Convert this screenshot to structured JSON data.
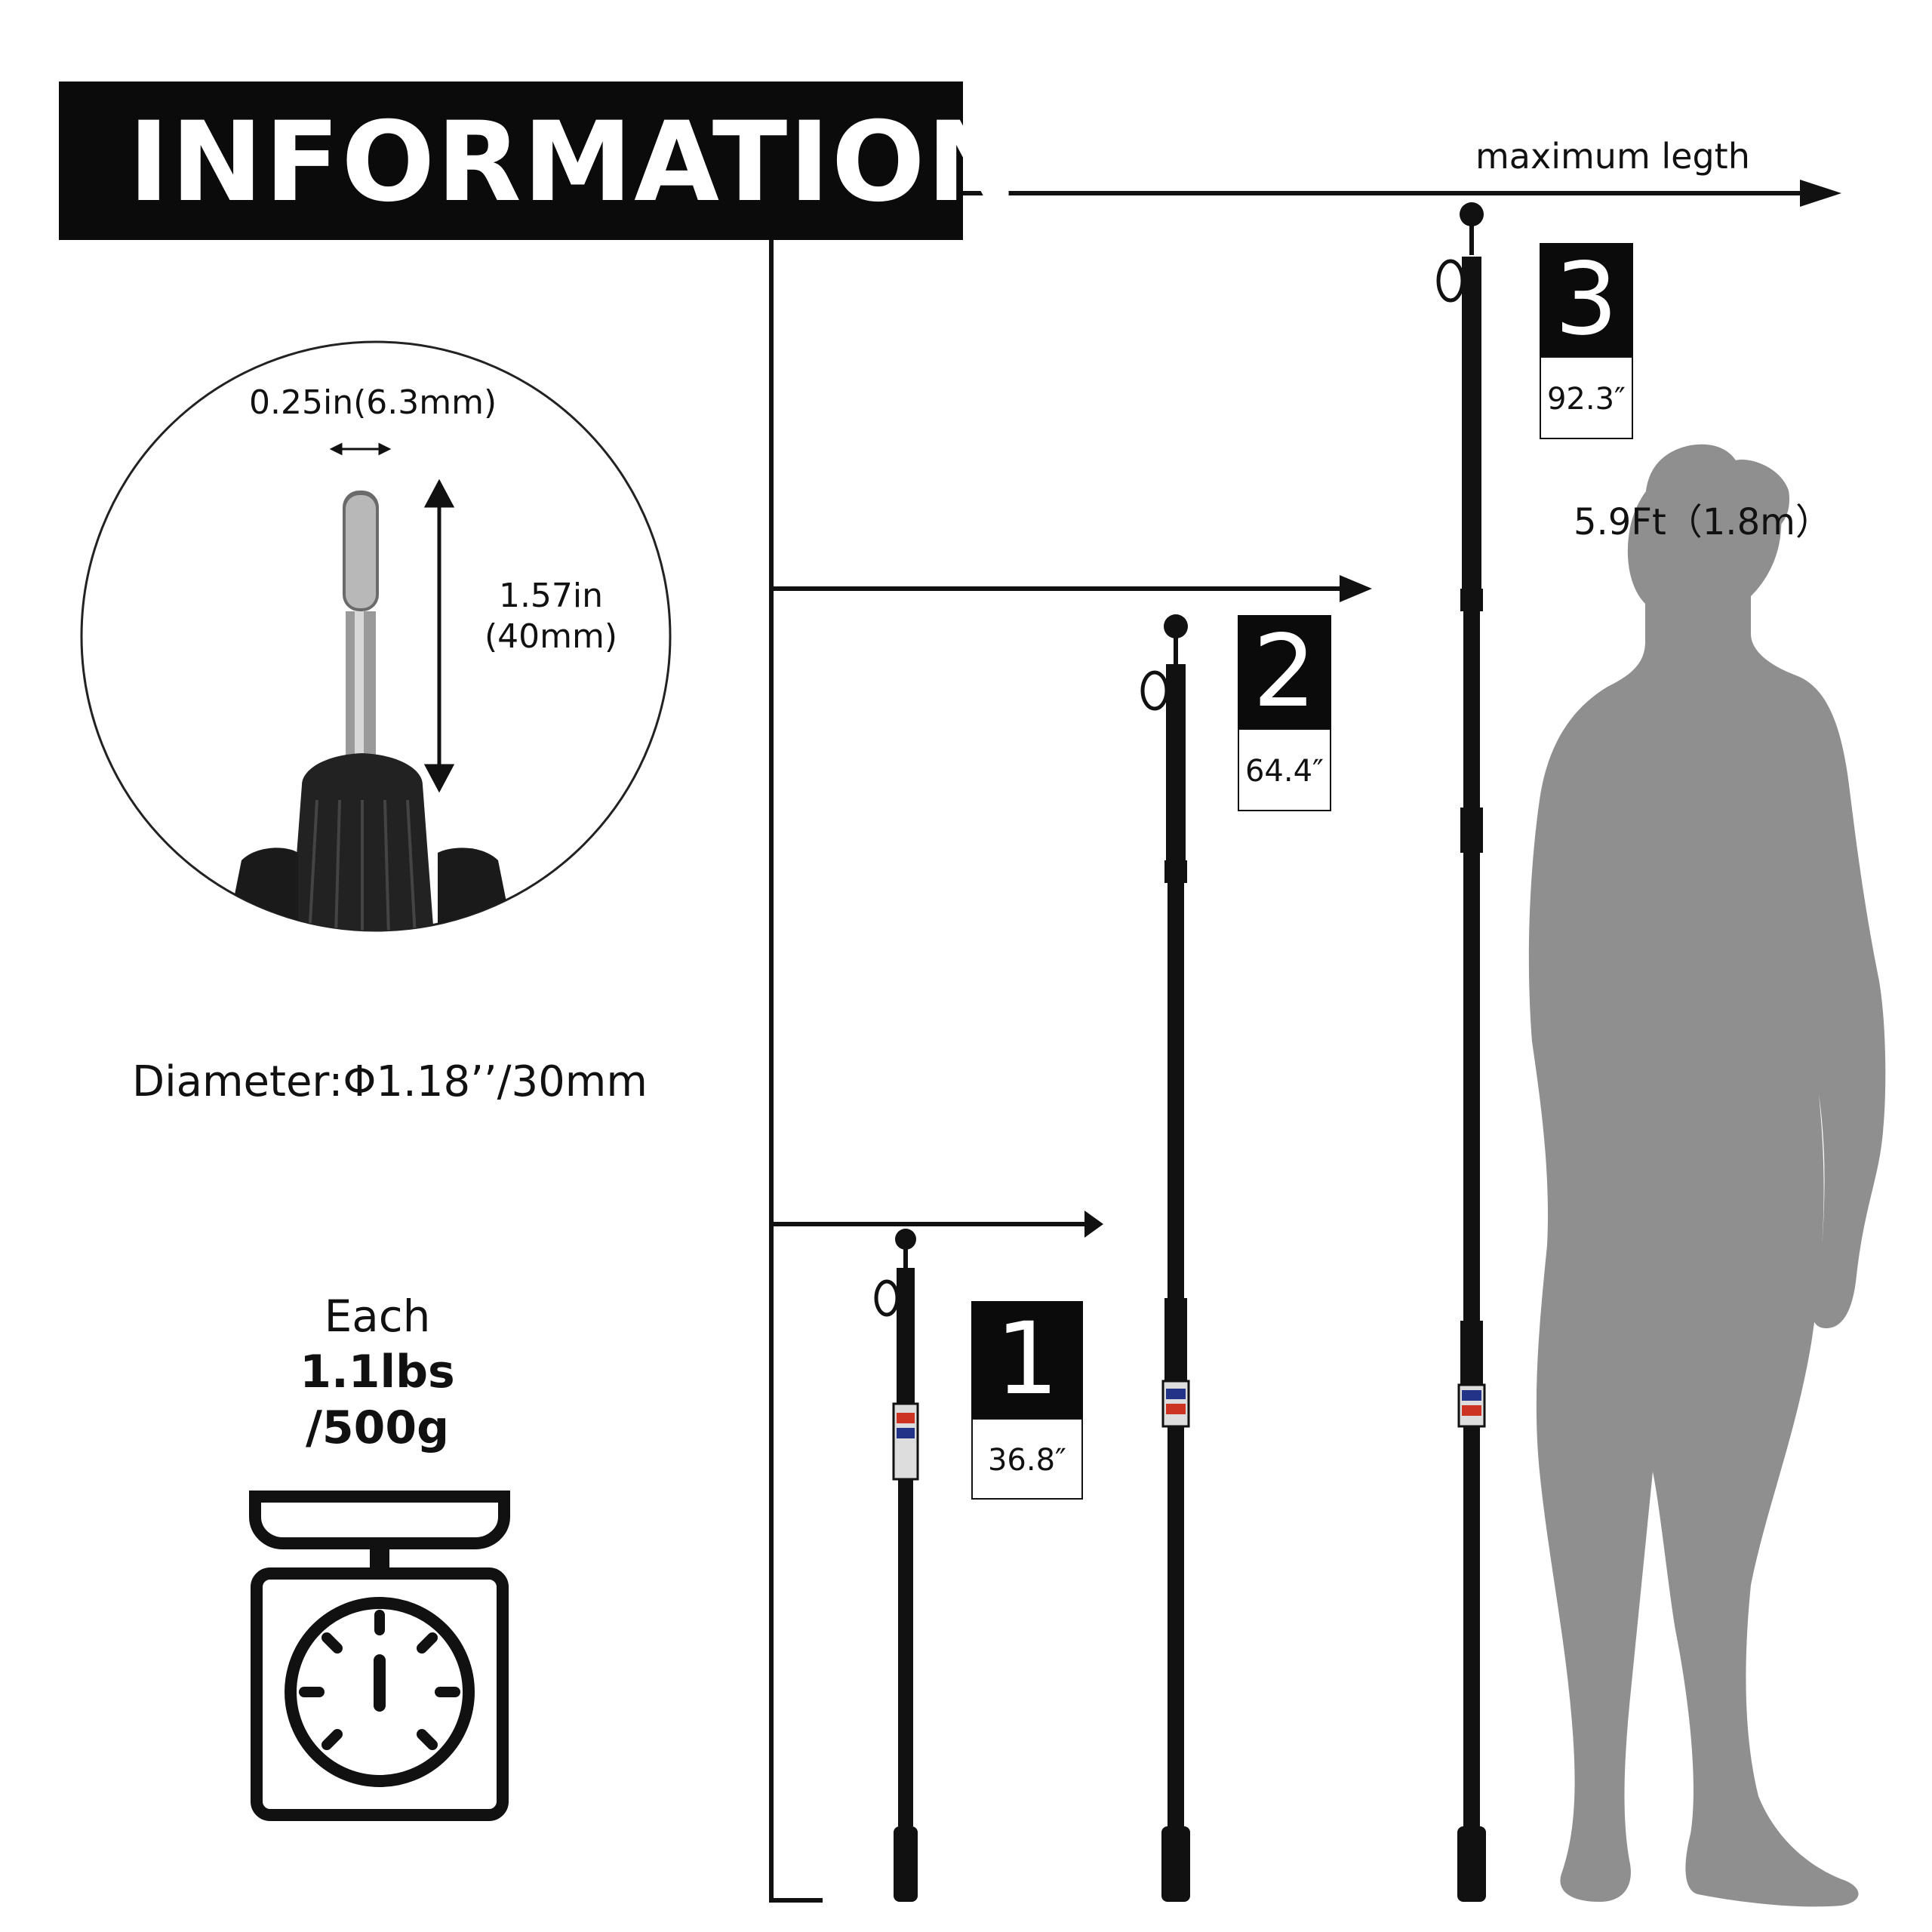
{
  "header": {
    "title": "INFORMATION"
  },
  "lengths": {
    "max_label": "maximum legth",
    "stages": [
      {
        "number": "1",
        "value": "36.8″"
      },
      {
        "number": "2",
        "value": "64.4″"
      },
      {
        "number": "3",
        "value": "92.3″"
      }
    ]
  },
  "person": {
    "height_label": "5.9Ft（1.8m）"
  },
  "tip_detail": {
    "width_label": "0.25in(6.3mm)",
    "length_line1": "1.57in",
    "length_line2": "(40mm)"
  },
  "diameter": {
    "label": "Diameter:Φ1.18’’/30mm"
  },
  "weight": {
    "line1": "Each",
    "line2": "1.1lbs",
    "line3": "/500g"
  },
  "icons": [
    "scale-icon",
    "person-silhouette",
    "telescopic-pole"
  ],
  "colors": {
    "accent": "#0b0b0b",
    "silhouette": "#8f8f8f",
    "background": "#ffffff"
  }
}
